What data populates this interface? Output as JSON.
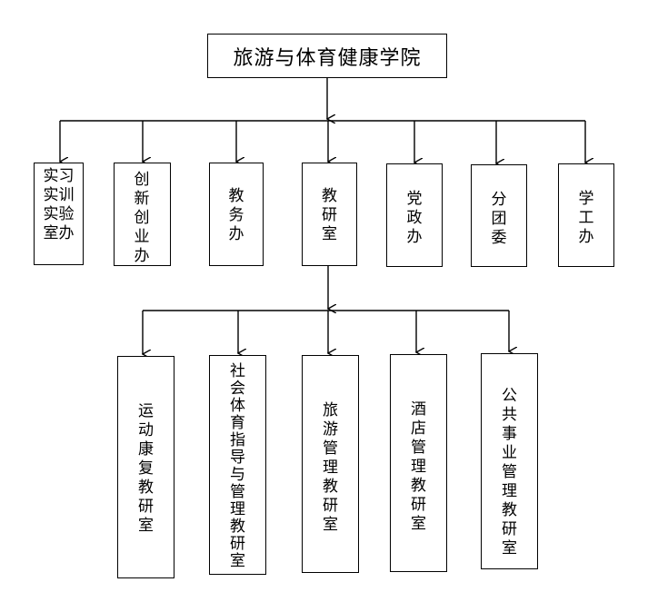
{
  "root": {
    "label": "旅游与体育健康学院"
  },
  "departments": [
    {
      "label": "实习实训实验室办"
    },
    {
      "label": "创新创业办"
    },
    {
      "label": "教务办"
    },
    {
      "label": "教研室"
    },
    {
      "label": "党政办"
    },
    {
      "label": "分团委"
    },
    {
      "label": "学工办"
    }
  ],
  "teaching_rooms": [
    {
      "label": "运动康复教研室"
    },
    {
      "label": "社会体育指导与管理教研室"
    },
    {
      "label": "旅游管理教研室"
    },
    {
      "label": "酒店管理教研室"
    },
    {
      "label": "公共事业管理教研室"
    }
  ]
}
